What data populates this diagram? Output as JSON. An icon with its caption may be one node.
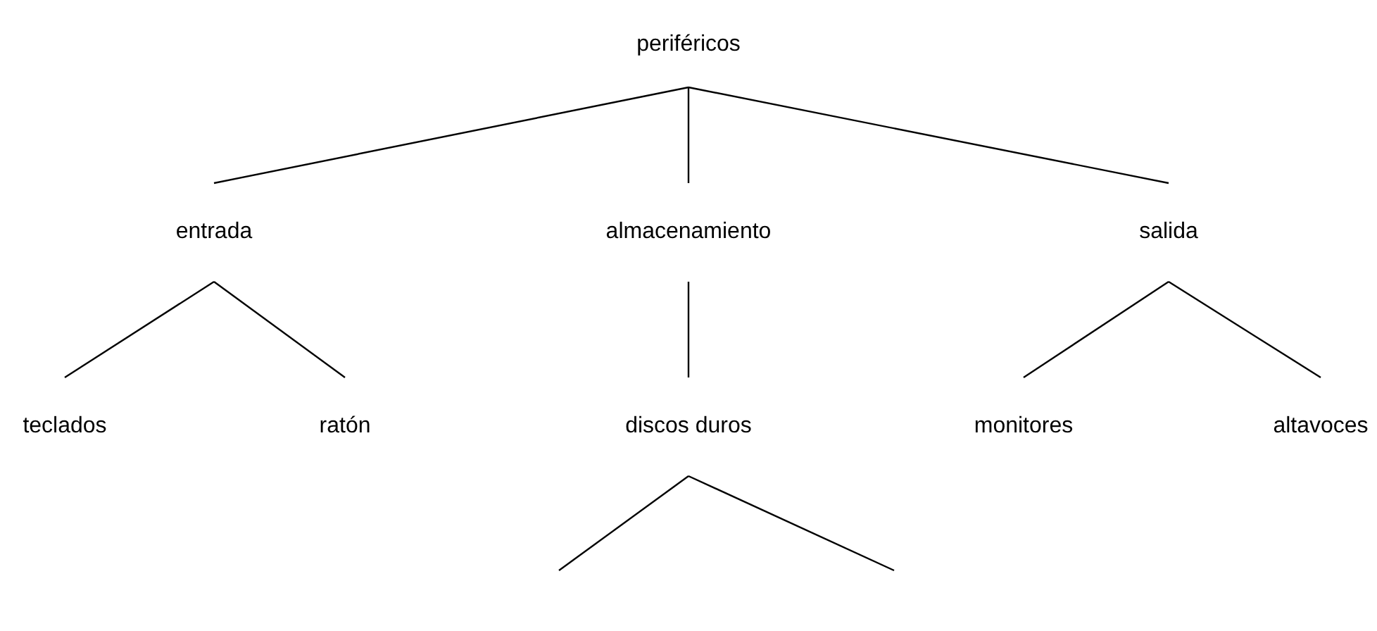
{
  "diagram": {
    "nodes": [
      {
        "text": [
          "periféricos"
        ]
      },
      {
        "text": [
          "entrada"
        ]
      },
      {
        "text": [
          "almacenamiento"
        ]
      },
      {
        "text": [
          "salida"
        ]
      },
      {
        "text": [
          "teclados"
        ]
      },
      {
        "text": [
          "ratón"
        ]
      },
      {
        "text": [
          "discos duros"
        ]
      },
      {
        "text": [
          "monitores"
        ]
      },
      {
        "text": [
          "altavoces"
        ]
      }
    ],
    "edges": [
      {
        "from": 0,
        "to": 1,
        "arrow": "none"
      },
      {
        "from": 0,
        "to": 2,
        "arrow": "none"
      },
      {
        "from": 0,
        "to": 3,
        "arrow": "none"
      },
      {
        "from": 1,
        "to": 4,
        "arrow": "none"
      },
      {
        "from": 1,
        "to": 5,
        "arrow": "none"
      },
      {
        "from": 2,
        "to": 6,
        "arrow": "none"
      },
      {
        "from": 3,
        "to": 7,
        "arrow": "none"
      },
      {
        "from": 3,
        "to": 8,
        "arrow": "none"
      },
      {
        "from": 6,
        "to": null,
        "arrow": "none"
      },
      {
        "from": 6,
        "to": null,
        "arrow": "none"
      }
    ]
  }
}
